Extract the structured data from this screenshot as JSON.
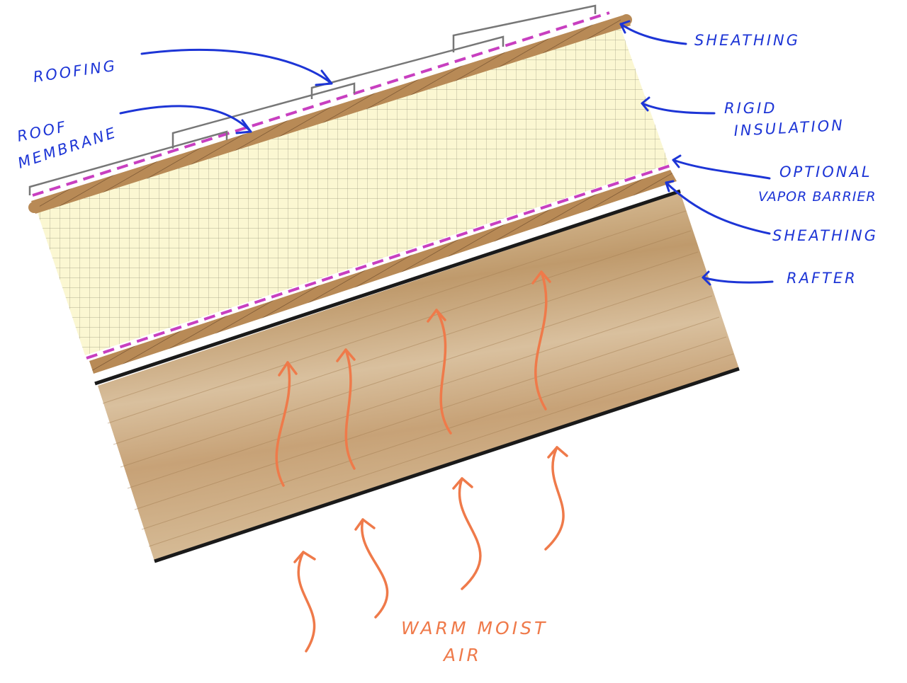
{
  "labels": {
    "sheathing_top": "SHEATHING",
    "roofing": "ROOFING",
    "roof_membrane_line1": "ROOF",
    "roof_membrane_line2": "MEMBRANE",
    "rigid_insulation_line1": "RIGID",
    "rigid_insulation_line2": "INSULATION",
    "vapor_barrier_line1": "OPTIONAL",
    "vapor_barrier_line2": "VAPOR BARRIER",
    "sheathing_bottom": "SHEATHING",
    "rafter": "RAFTER",
    "warm_air_line1": "WARM MOIST",
    "warm_air_line2": "AIR"
  },
  "colors": {
    "annotation": "#1d35d6",
    "airflow": "#ef7a4a",
    "membrane": "#c83fc0",
    "insulation": "#fbf7d2",
    "sheathing": "#b88a56",
    "rafter": "#c9a77c"
  }
}
